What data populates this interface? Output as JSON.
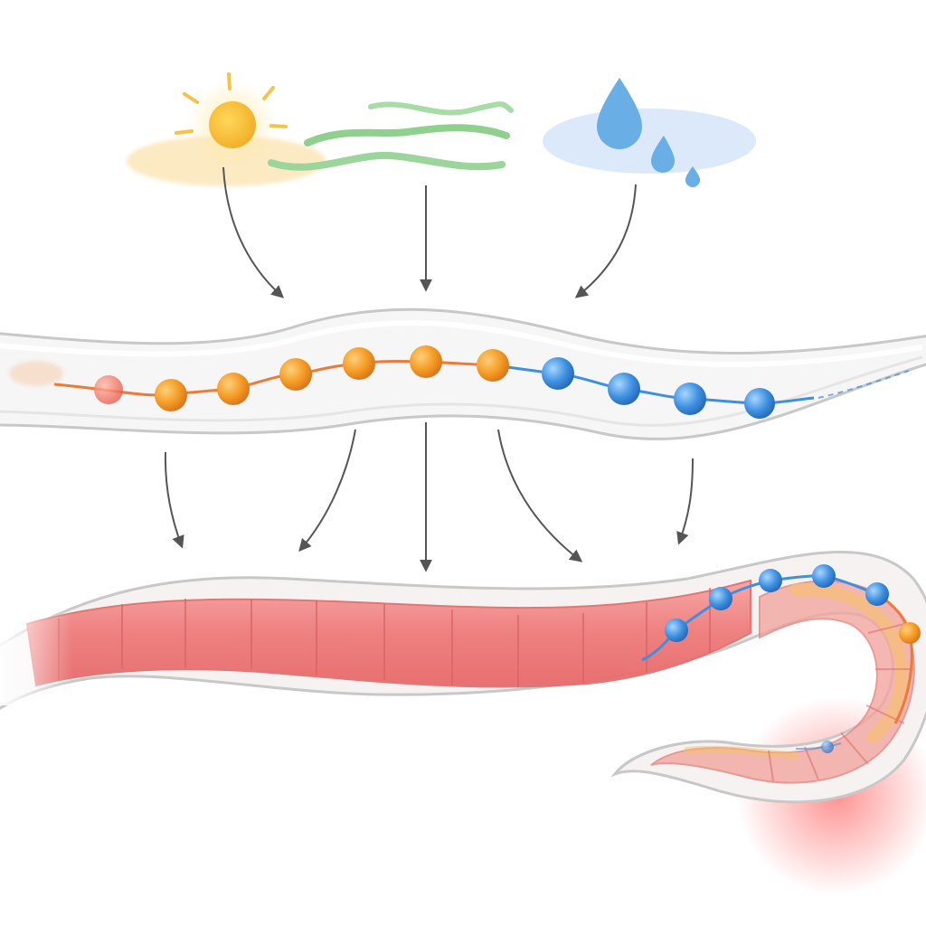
{
  "diagram": {
    "text": [],
    "inputs": [
      {
        "id": "sunlight",
        "icon": "sun-icon",
        "color": "#f5b731"
      },
      {
        "id": "wind",
        "icon": "wind-waves-icon",
        "color": "#8fd08f"
      },
      {
        "id": "water",
        "icon": "water-drop-icon",
        "color": "#6aaee6"
      }
    ],
    "worm_upper": {
      "orange_nodes": 7,
      "blue_nodes": 4,
      "node_colors": {
        "faded_red": "#ef6a52",
        "orange": "#f29a24",
        "blue": "#3d8fe0"
      }
    },
    "worm_lower": {
      "segment_color": "#ee7a7a",
      "glow_color": "#ff4040",
      "blue_nodes": 6,
      "orange_nodes": 1
    },
    "arrows": {
      "top_row": 3,
      "middle_row": 5,
      "color": "#555555"
    }
  }
}
